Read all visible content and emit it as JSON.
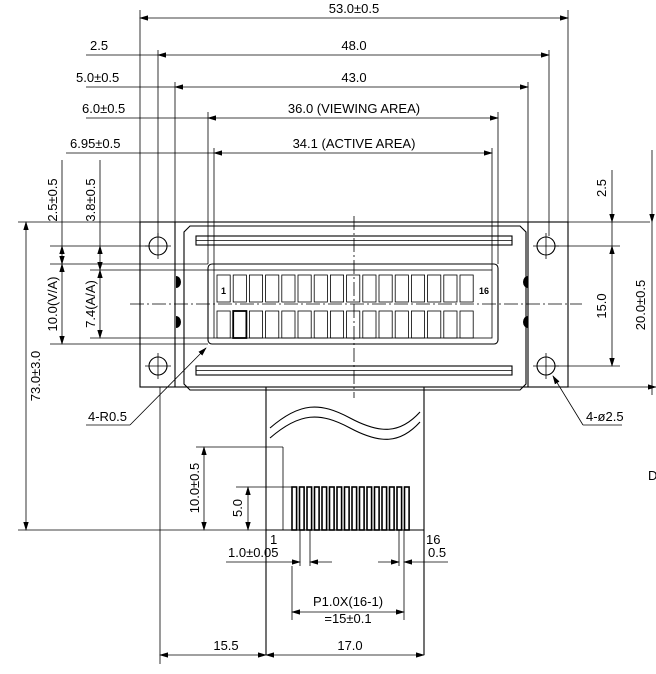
{
  "dimensions": {
    "overall_width": "53.0±0.5",
    "hole_pitch": "48.0",
    "bezel_width": "43.0",
    "viewing_width": "36.0 (VIEWING AREA)",
    "active_width": "34.1 (ACTIVE AREA)",
    "left_hole_offset": "2.5",
    "left_bezel_offset": "5.0±0.5",
    "left_viewing_offset": "6.0±0.5",
    "left_active_offset": "6.95±0.5",
    "top_viewing_offset": "2.5±0.5",
    "top_active_offset": "3.8±0.5",
    "viewing_height": "10.0(V/A)",
    "active_height": "7.4(A/A)",
    "total_height": "73.0±3.0",
    "right_hole_offset": "2.5",
    "hole_pitch_vertical": "15.0",
    "overall_height": "20.0±0.5",
    "corner_radius": "4-R0.5",
    "hole_diameter": "4-ø2.5",
    "fpc_length": "10.0±0.5",
    "pad_length": "5.0",
    "pad_width": "1.0±0.05",
    "pad_gap": "0.5",
    "pitch_line1": "P1.0X(16-1)",
    "pitch_line2": "=15±0.1",
    "fpc_offset": "15.5",
    "fpc_width": "17.0"
  },
  "labels": {
    "char_first": "1",
    "char_last": "16",
    "pin_first": "1",
    "pin_last": "16",
    "edge_fragment": "D"
  }
}
